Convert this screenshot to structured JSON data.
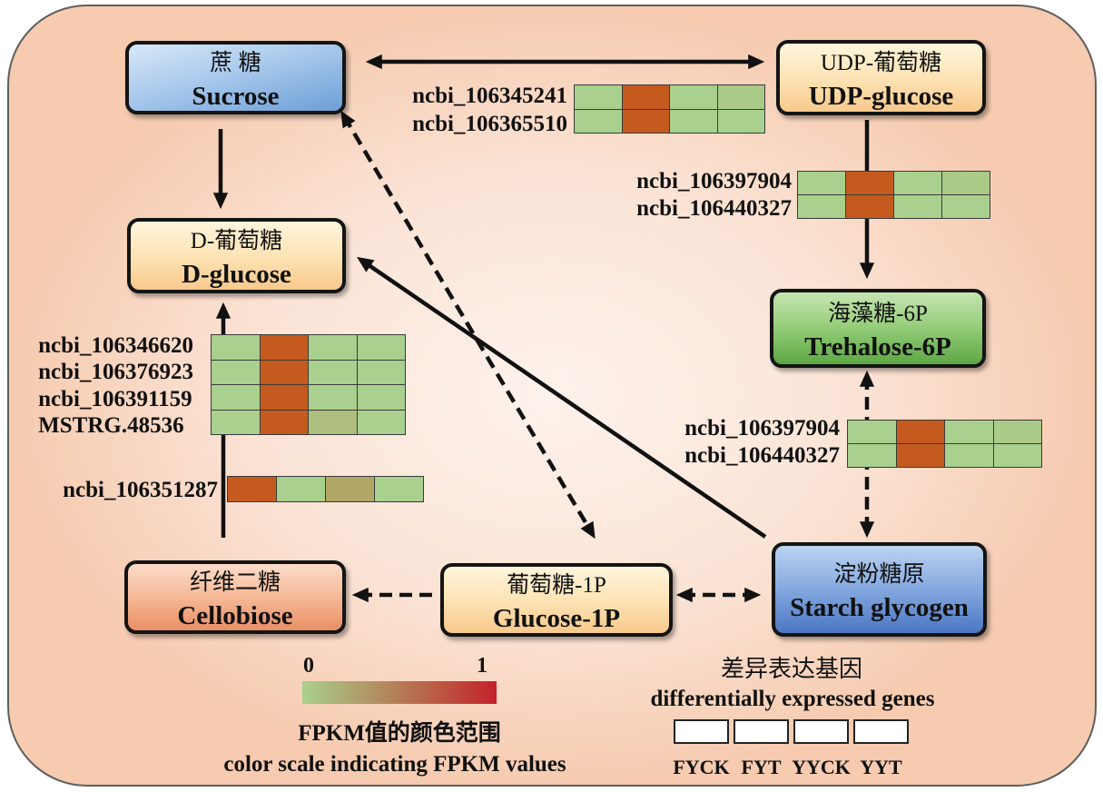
{
  "nodes": {
    "sucrose": {
      "cn": "蔗 糖",
      "en": "Sucrose"
    },
    "udp_glucose": {
      "cn": "UDP-葡萄糖",
      "en": "UDP-glucose"
    },
    "d_glucose": {
      "cn": "D-葡萄糖",
      "en": "D-glucose"
    },
    "trehalose_6p": {
      "cn": "海藻糖-6P",
      "en": "Trehalose-6P"
    },
    "cellobiose": {
      "cn": "纤维二糖",
      "en": "Cellobiose"
    },
    "glucose_1p": {
      "cn": "葡萄糖-1P",
      "en": "Glucose-1P"
    },
    "starch_glycogen": {
      "cn": "淀粉糖原",
      "en": "Starch glycogen"
    }
  },
  "heatmaps": [
    {
      "genes": [
        "ncbi_106345241",
        "ncbi_106365510"
      ],
      "values": [
        [
          0,
          1,
          0,
          0.05
        ],
        [
          0,
          1,
          0,
          0
        ]
      ]
    },
    {
      "genes": [
        "ncbi_106397904",
        "ncbi_106440327"
      ],
      "values": [
        [
          0,
          1,
          0,
          0.05
        ],
        [
          0,
          1,
          0,
          0
        ]
      ]
    },
    {
      "genes": [
        "ncbi_106346620",
        "ncbi_106376923",
        "ncbi_106391159",
        "MSTRG.48536"
      ],
      "values": [
        [
          0,
          1,
          0,
          0
        ],
        [
          0,
          1,
          0,
          0
        ],
        [
          0,
          1,
          0,
          0
        ],
        [
          0,
          1,
          0.15,
          0
        ]
      ]
    },
    {
      "genes": [
        "ncbi_106351287"
      ],
      "values": [
        [
          1,
          0,
          0.35,
          0
        ]
      ]
    },
    {
      "genes": [
        "ncbi_106397904",
        "ncbi_106440327"
      ],
      "values": [
        [
          0,
          1,
          0,
          0.05
        ],
        [
          0,
          1,
          0,
          0
        ]
      ]
    }
  ],
  "heatmap_colors": {
    "low": "#a9d08e",
    "high": "#c55a1e"
  },
  "color_scale": {
    "min_label": "0",
    "max_label": "1",
    "gradient": [
      "#a9d08e",
      "#b57c55",
      "#c4222b"
    ],
    "title_cn": "FPKM值的颜色范围",
    "title_en": "color scale indicating FPKM values"
  },
  "deg_legend": {
    "title_cn": "差异表达基因",
    "title_en": "differentially expressed genes",
    "columns": [
      "FYCK",
      "FYT",
      "YYCK",
      "YYT"
    ]
  }
}
